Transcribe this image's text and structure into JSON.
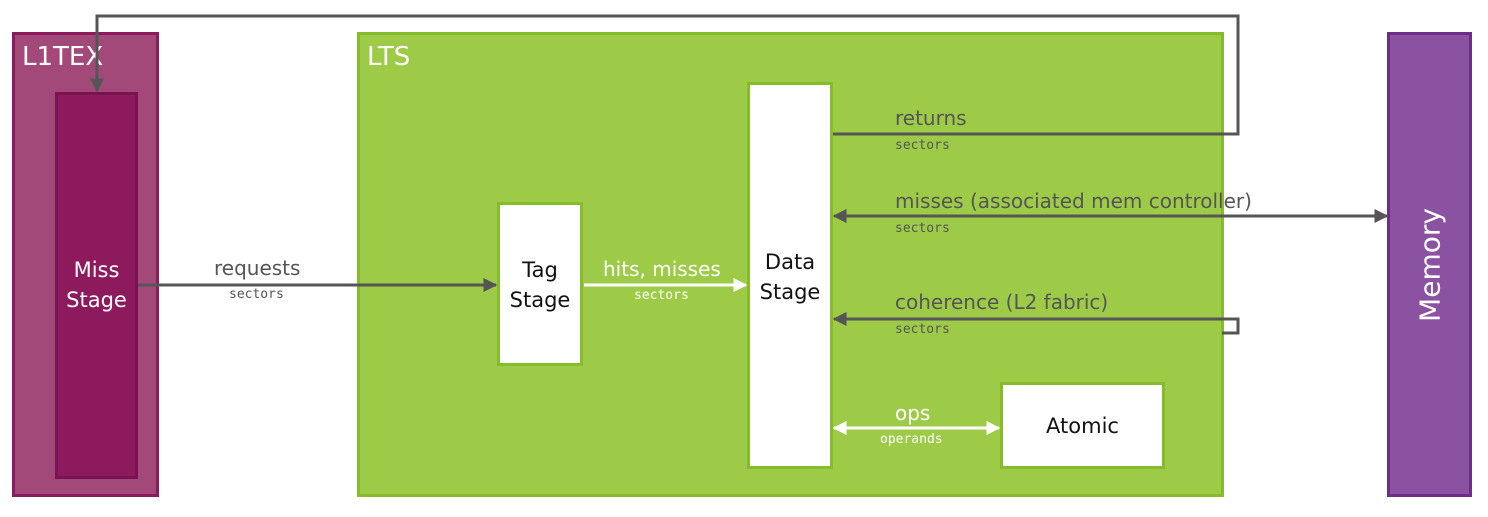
{
  "blocks": {
    "l1tex": "L1TEX",
    "miss_stage": "Miss\nStage",
    "lts": "LTS",
    "tag_stage": "Tag\nStage",
    "data_stage": "Data\nStage",
    "atomic": "Atomic",
    "memory": "Memory"
  },
  "flows": {
    "requests": {
      "label": "requests",
      "unit": "sectors"
    },
    "hits_misses": {
      "label": "hits, misses",
      "unit": "sectors"
    },
    "returns": {
      "label": "returns",
      "unit": "sectors"
    },
    "misses_mem": {
      "label": "misses (associated mem controller)",
      "unit": "sectors"
    },
    "coherence": {
      "label": "coherence (L2 fabric)",
      "unit": "sectors"
    },
    "ops": {
      "label": "ops",
      "unit": "operands"
    }
  },
  "colors": {
    "l1tex_fill": "#a3497a",
    "miss_fill": "#8e1a5e",
    "lts_fill": "#9dcb48",
    "memory_fill": "#8a52a0",
    "arrow_gray": "#555555",
    "arrow_white": "#ffffff"
  }
}
